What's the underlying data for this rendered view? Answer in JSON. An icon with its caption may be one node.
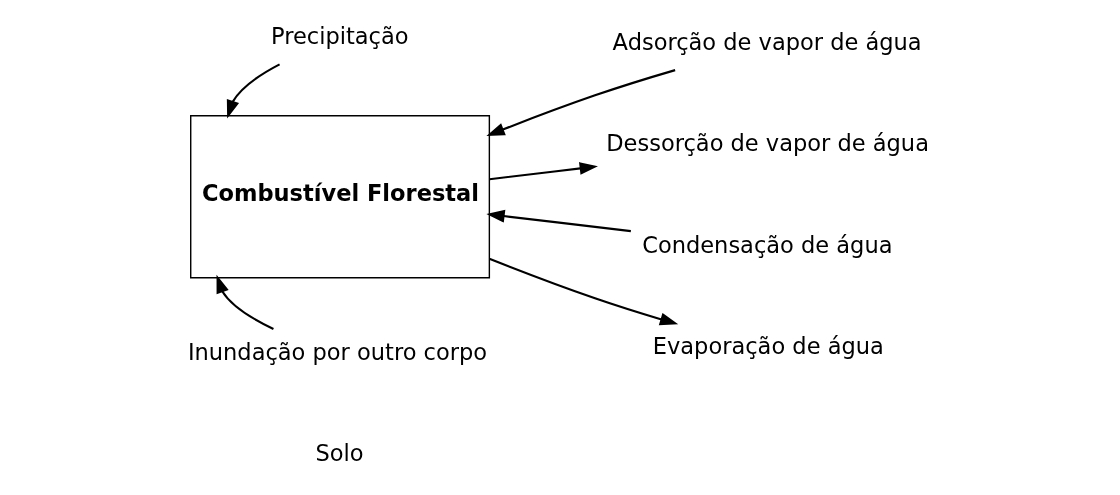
{
  "diagram": {
    "nodes": [
      {
        "text": [
          "Combustível Florestal"
        ]
      },
      {
        "text": [
          "Precipitação"
        ]
      },
      {
        "text": [
          "Adsorção de vapor de água"
        ]
      },
      {
        "text": [
          "Condensação de água"
        ]
      },
      {
        "text": [
          "Dessorção de vapor de água"
        ]
      },
      {
        "text": [
          "Evaporação de água"
        ]
      },
      {
        "text": [
          "Inundação por outro corpo"
        ]
      }
    ],
    "edges": [
      {
        "from": 1,
        "to": 0,
        "arrow": "to"
      },
      {
        "from": 2,
        "to": 0,
        "arrow": "to"
      },
      {
        "from": 3,
        "to": 0,
        "arrow": "to"
      },
      {
        "from": 0,
        "to": 4,
        "arrow": "to"
      },
      {
        "from": 0,
        "to": 5,
        "arrow": "to"
      },
      {
        "from": 6,
        "to": 0,
        "arrow": "to"
      }
    ],
    "labels": [
      "Solo"
    ]
  }
}
